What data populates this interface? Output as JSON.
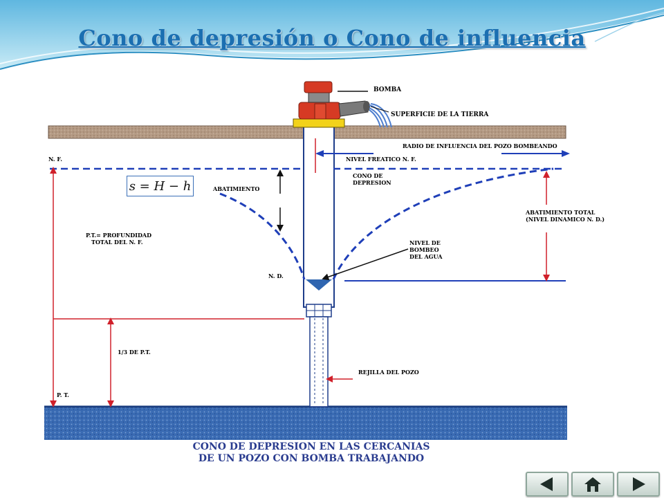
{
  "title": "Cono de depresión o Cono de influencia",
  "formula": "s = H − h",
  "labels": {
    "bomba": "BOMBA",
    "superficie": "SUPERFICIE DE LA TIERRA",
    "radio": "RADIO DE INFLUENCIA DEL POZO BOMBEANDO",
    "nivel_freatico": "NIVEL FREATICO N. F.",
    "nf": "N. F.",
    "cono1": "CONO DE",
    "cono2": "DEPRESION",
    "abatimiento": "ABATIMIENTO",
    "abat_total1": "ABATIMIENTO TOTAL",
    "abat_total2": "(NIVEL DINAMICO N. D.)",
    "pt_prof1": "P.T.= PROFUNDIDAD",
    "pt_prof2": "TOTAL DEL N. F.",
    "nivel_bombeo1": "NIVEL DE",
    "nivel_bombeo2": "BOMBEO",
    "nivel_bombeo3": "DEL AGUA",
    "nd": "N. D.",
    "un_tercio": "1/3 DE P.T.",
    "rejilla": "REJILLA DEL POZO",
    "pt": "P. T.",
    "caption1": "CONO DE DEPRESION EN LAS CERCANIAS",
    "caption2": "DE UN POZO CON BOMBA TRABAJANDO"
  },
  "colors": {
    "title": "#1b6fb1",
    "water": "#2f65b0",
    "dashed_line": "#1f3fb8",
    "dimension_red": "#d0202a",
    "ground": "#b49a84",
    "caption": "#2a3c8f"
  },
  "nav": {
    "prev_icon": "triangle-left-icon",
    "home_icon": "home-icon",
    "next_icon": "triangle-right-icon"
  }
}
